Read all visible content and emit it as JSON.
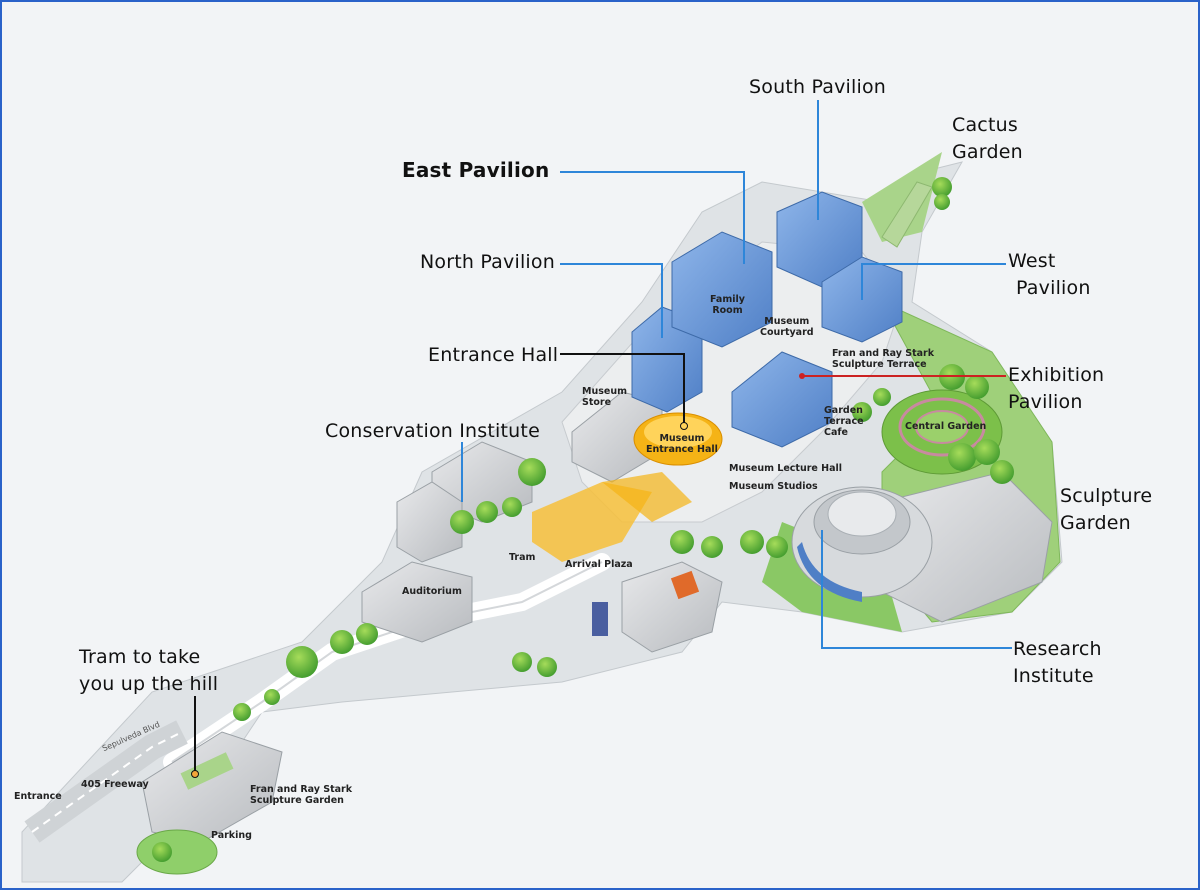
{
  "callouts": {
    "south_pavilion": "South Pavilion",
    "cactus_garden": [
      "Cactus",
      "Garden"
    ],
    "east_pavilion": "East Pavilion",
    "north_pavilion": "North Pavilion",
    "west_pavilion": [
      "West",
      "Pavilion"
    ],
    "entrance_hall": "Entrance Hall",
    "exhibition_pavilion": [
      "Exhibition",
      "Pavilion"
    ],
    "conservation_institute": "Conservation Institute",
    "sculpture_garden": [
      "Sculpture",
      "Garden"
    ],
    "research_institute": [
      "Research",
      "Institute"
    ],
    "tram": [
      "Tram to take",
      "you up the hill"
    ]
  },
  "map_labels": {
    "family_room": [
      "Family",
      "Room"
    ],
    "museum_courtyard": [
      "Museum",
      "Courtyard"
    ],
    "fran_ray_terrace": [
      "Fran and Ray Stark",
      "Sculpture Terrace"
    ],
    "museum_store": [
      "Museum",
      "Store"
    ],
    "museum_entrance_hall": [
      "Museum",
      "Entrance Hall"
    ],
    "garden_terrace_cafe": [
      "Garden",
      "Terrace",
      "Cafe"
    ],
    "central_garden": "Central Garden",
    "museum_lecture_hall": "Museum Lecture Hall",
    "museum_studios": "Museum Studios",
    "tram": "Tram",
    "arrival_plaza": "Arrival Plaza",
    "auditorium": "Auditorium",
    "freeway": "405 Freeway",
    "entrance": "Entrance",
    "fran_ray_garden": [
      "Fran and Ray Stark",
      "Sculpture Garden"
    ],
    "parking": "Parking",
    "street": "Sepulveda Blvd"
  },
  "colors": {
    "frame": "#2a62c9",
    "leader_blue": "#2e86d9",
    "leader_black": "#111111",
    "leader_red": "#cc2222",
    "pavilion_blue": "#6f9bd8",
    "lawn_green": "#7cc04a",
    "highlight_yellow": "#f5b316"
  }
}
